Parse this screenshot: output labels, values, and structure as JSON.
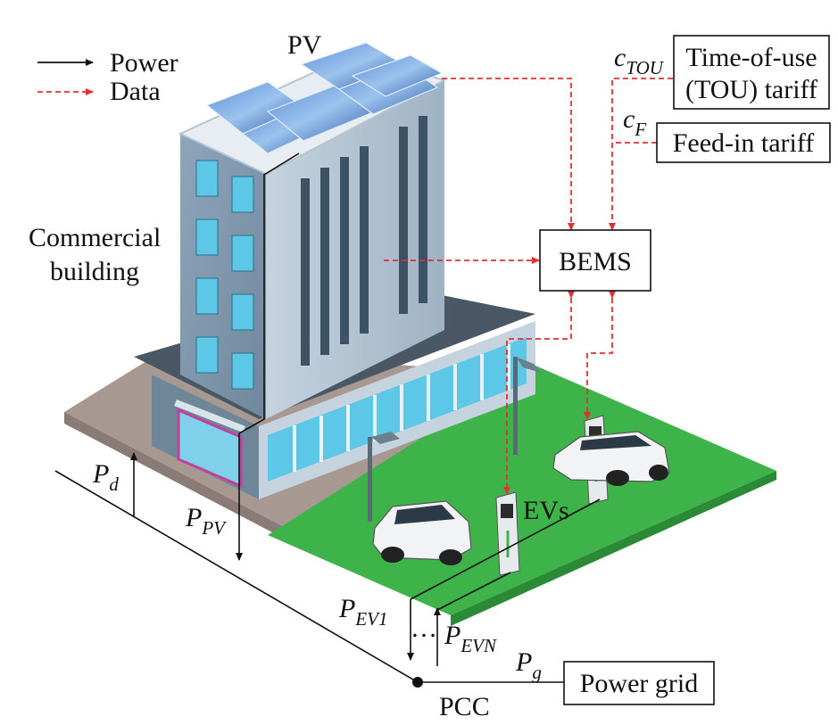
{
  "legend": {
    "power_label": "Power",
    "data_label": "Data",
    "power_color": "#111111",
    "data_color": "#e03030"
  },
  "labels": {
    "pv": "PV",
    "building": [
      "Commercial",
      "building"
    ],
    "bems": "BEMS",
    "evs": "EVs",
    "pcc": "PCC",
    "power_grid": "Power grid",
    "tou_tariff": [
      "Time-of-use",
      "(TOU) tariff"
    ],
    "feed_in_tariff": "Feed-in tariff",
    "ellipsis": "…"
  },
  "symbols": {
    "c_tou": {
      "base": "c",
      "sub": "TOU"
    },
    "c_f": {
      "base": "c",
      "sub": "F"
    },
    "p_d": {
      "base": "P",
      "sub": "d"
    },
    "p_pv": {
      "base": "P",
      "sub": "PV"
    },
    "p_ev1": {
      "base": "P",
      "sub": "EV1"
    },
    "p_evn": {
      "base": "P",
      "sub": "EVN"
    },
    "p_g": {
      "base": "P",
      "sub": "g"
    }
  },
  "colors": {
    "grass": "#3db34a",
    "building_face": "#7f97ad",
    "building_side": "#aebfcf",
    "window": "#5cc7e6",
    "pavement": "#a89892",
    "solar_panel": "#3a6fb7"
  }
}
